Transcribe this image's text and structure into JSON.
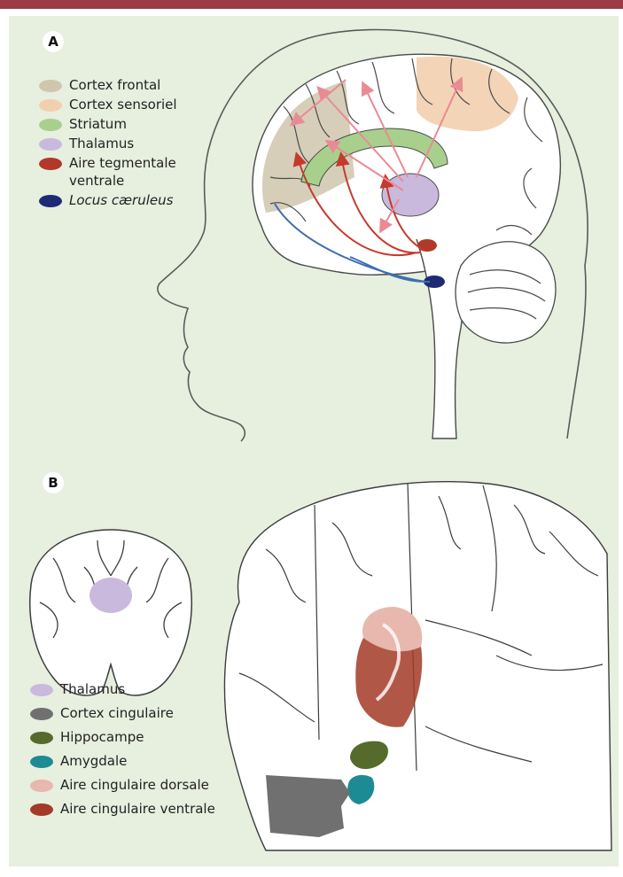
{
  "panel_a": {
    "label": "A",
    "legend": [
      {
        "name": "cortex-frontal",
        "label": "Cortex frontal",
        "color": "#cfc6ad"
      },
      {
        "name": "cortex-sensoriel",
        "label": "Cortex sensoriel",
        "color": "#f2cfae"
      },
      {
        "name": "striatum",
        "label": "Striatum",
        "color": "#a8d08c"
      },
      {
        "name": "thalamus",
        "label": "Thalamus",
        "color": "#c9b9dd"
      },
      {
        "name": "aire-tegmentale-ventrale",
        "label_line1": "Aire tegmentale",
        "label_line2": "ventrale",
        "color": "#b2382a"
      },
      {
        "name": "locus-caeruleus",
        "label": "Locus cæruleus",
        "color": "#1f2a75"
      }
    ]
  },
  "panel_b": {
    "label": "B",
    "legend": [
      {
        "name": "thalamus",
        "label": "Thalamus",
        "color": "#c9b9dd"
      },
      {
        "name": "cortex-cingulaire",
        "label": "Cortex cingulaire",
        "color": "#707070"
      },
      {
        "name": "hippocampe",
        "label": "Hippocampe",
        "color": "#556b2c"
      },
      {
        "name": "amygdale",
        "label": "Amygdale",
        "color": "#1d8b93"
      },
      {
        "name": "aire-cingulaire-dorsale",
        "label": "Aire cingulaire dorsale",
        "color": "#e8b7ae"
      },
      {
        "name": "aire-cingulaire-ventrale",
        "label": "Aire cingulaire ventrale",
        "color": "#a33a27"
      }
    ]
  }
}
